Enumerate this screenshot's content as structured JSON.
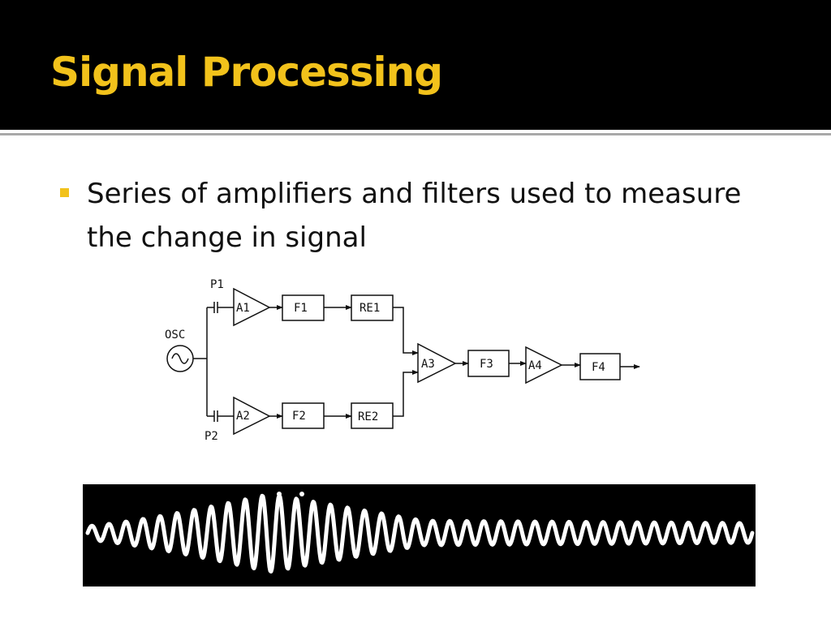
{
  "slide": {
    "title": "Signal Processing",
    "bullets": [
      {
        "text": "Series of amplifiers and filters used to measure the change in signal"
      }
    ]
  },
  "diagram": {
    "oscillator_label": "OSC",
    "probe_top_label": "P1",
    "probe_bottom_label": "P2",
    "top_path": {
      "amplifier": "A1",
      "filter": "F1",
      "rectifier": "RE1"
    },
    "bottom_path": {
      "amplifier": "A2",
      "filter": "F2",
      "rectifier": "RE2"
    },
    "output_chain": {
      "amplifier_1": "A3",
      "filter_1": "F3",
      "amplifier_2": "A4",
      "filter_2": "F4"
    }
  },
  "colors": {
    "title_bar": "#000000",
    "title_text": "#f2c21b",
    "bullet_marker": "#f2c21b",
    "waveform_background": "#000000",
    "waveform_trace": "#ffffff"
  }
}
